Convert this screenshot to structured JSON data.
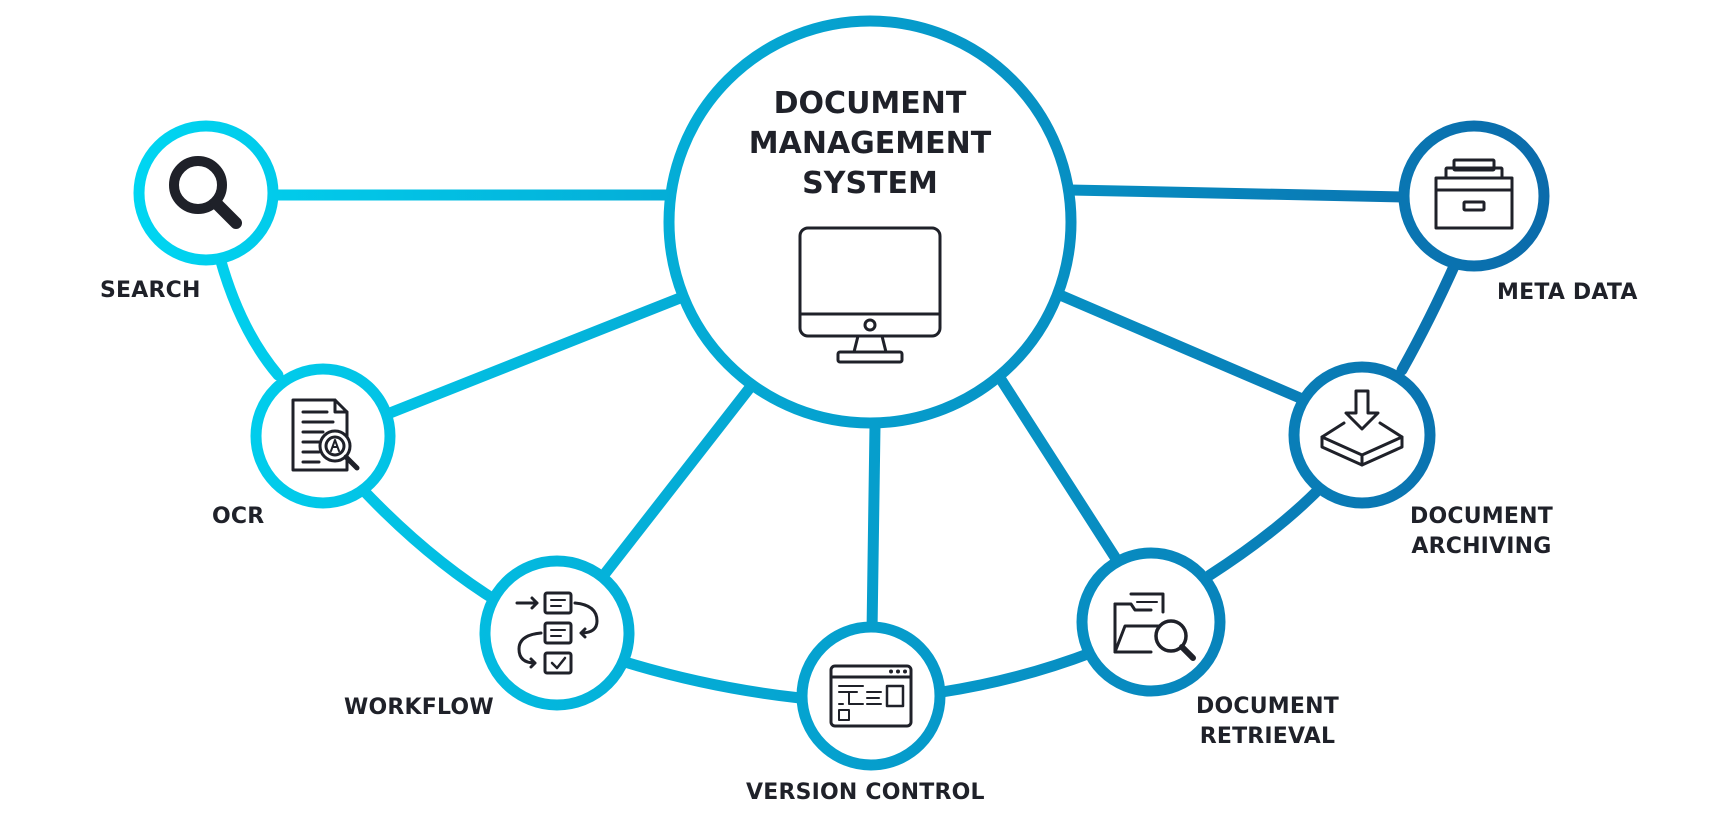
{
  "hub": {
    "title": "DOCUMENT\nMANAGEMENT\nSYSTEM",
    "icon": "monitor-icon"
  },
  "nodes": [
    {
      "id": "search",
      "label": "SEARCH",
      "icon": "search-icon"
    },
    {
      "id": "ocr",
      "label": "OCR",
      "icon": "ocr-document-icon"
    },
    {
      "id": "workflow",
      "label": "WORKFLOW",
      "icon": "workflow-icon"
    },
    {
      "id": "version_control",
      "label": "VERSION CONTROL",
      "icon": "version-control-icon"
    },
    {
      "id": "document_retrieval",
      "label": "DOCUMENT\nRETRIEVAL",
      "icon": "folder-search-icon"
    },
    {
      "id": "document_archiving",
      "label": "DOCUMENT\nARCHIVING",
      "icon": "archive-download-icon"
    },
    {
      "id": "meta_data",
      "label": "META DATA",
      "icon": "file-drawer-icon"
    }
  ],
  "colors": {
    "gradient_start": "#00d4f0",
    "gradient_end": "#0a6fb0",
    "text": "#1f2129",
    "background": "#ffffff"
  }
}
